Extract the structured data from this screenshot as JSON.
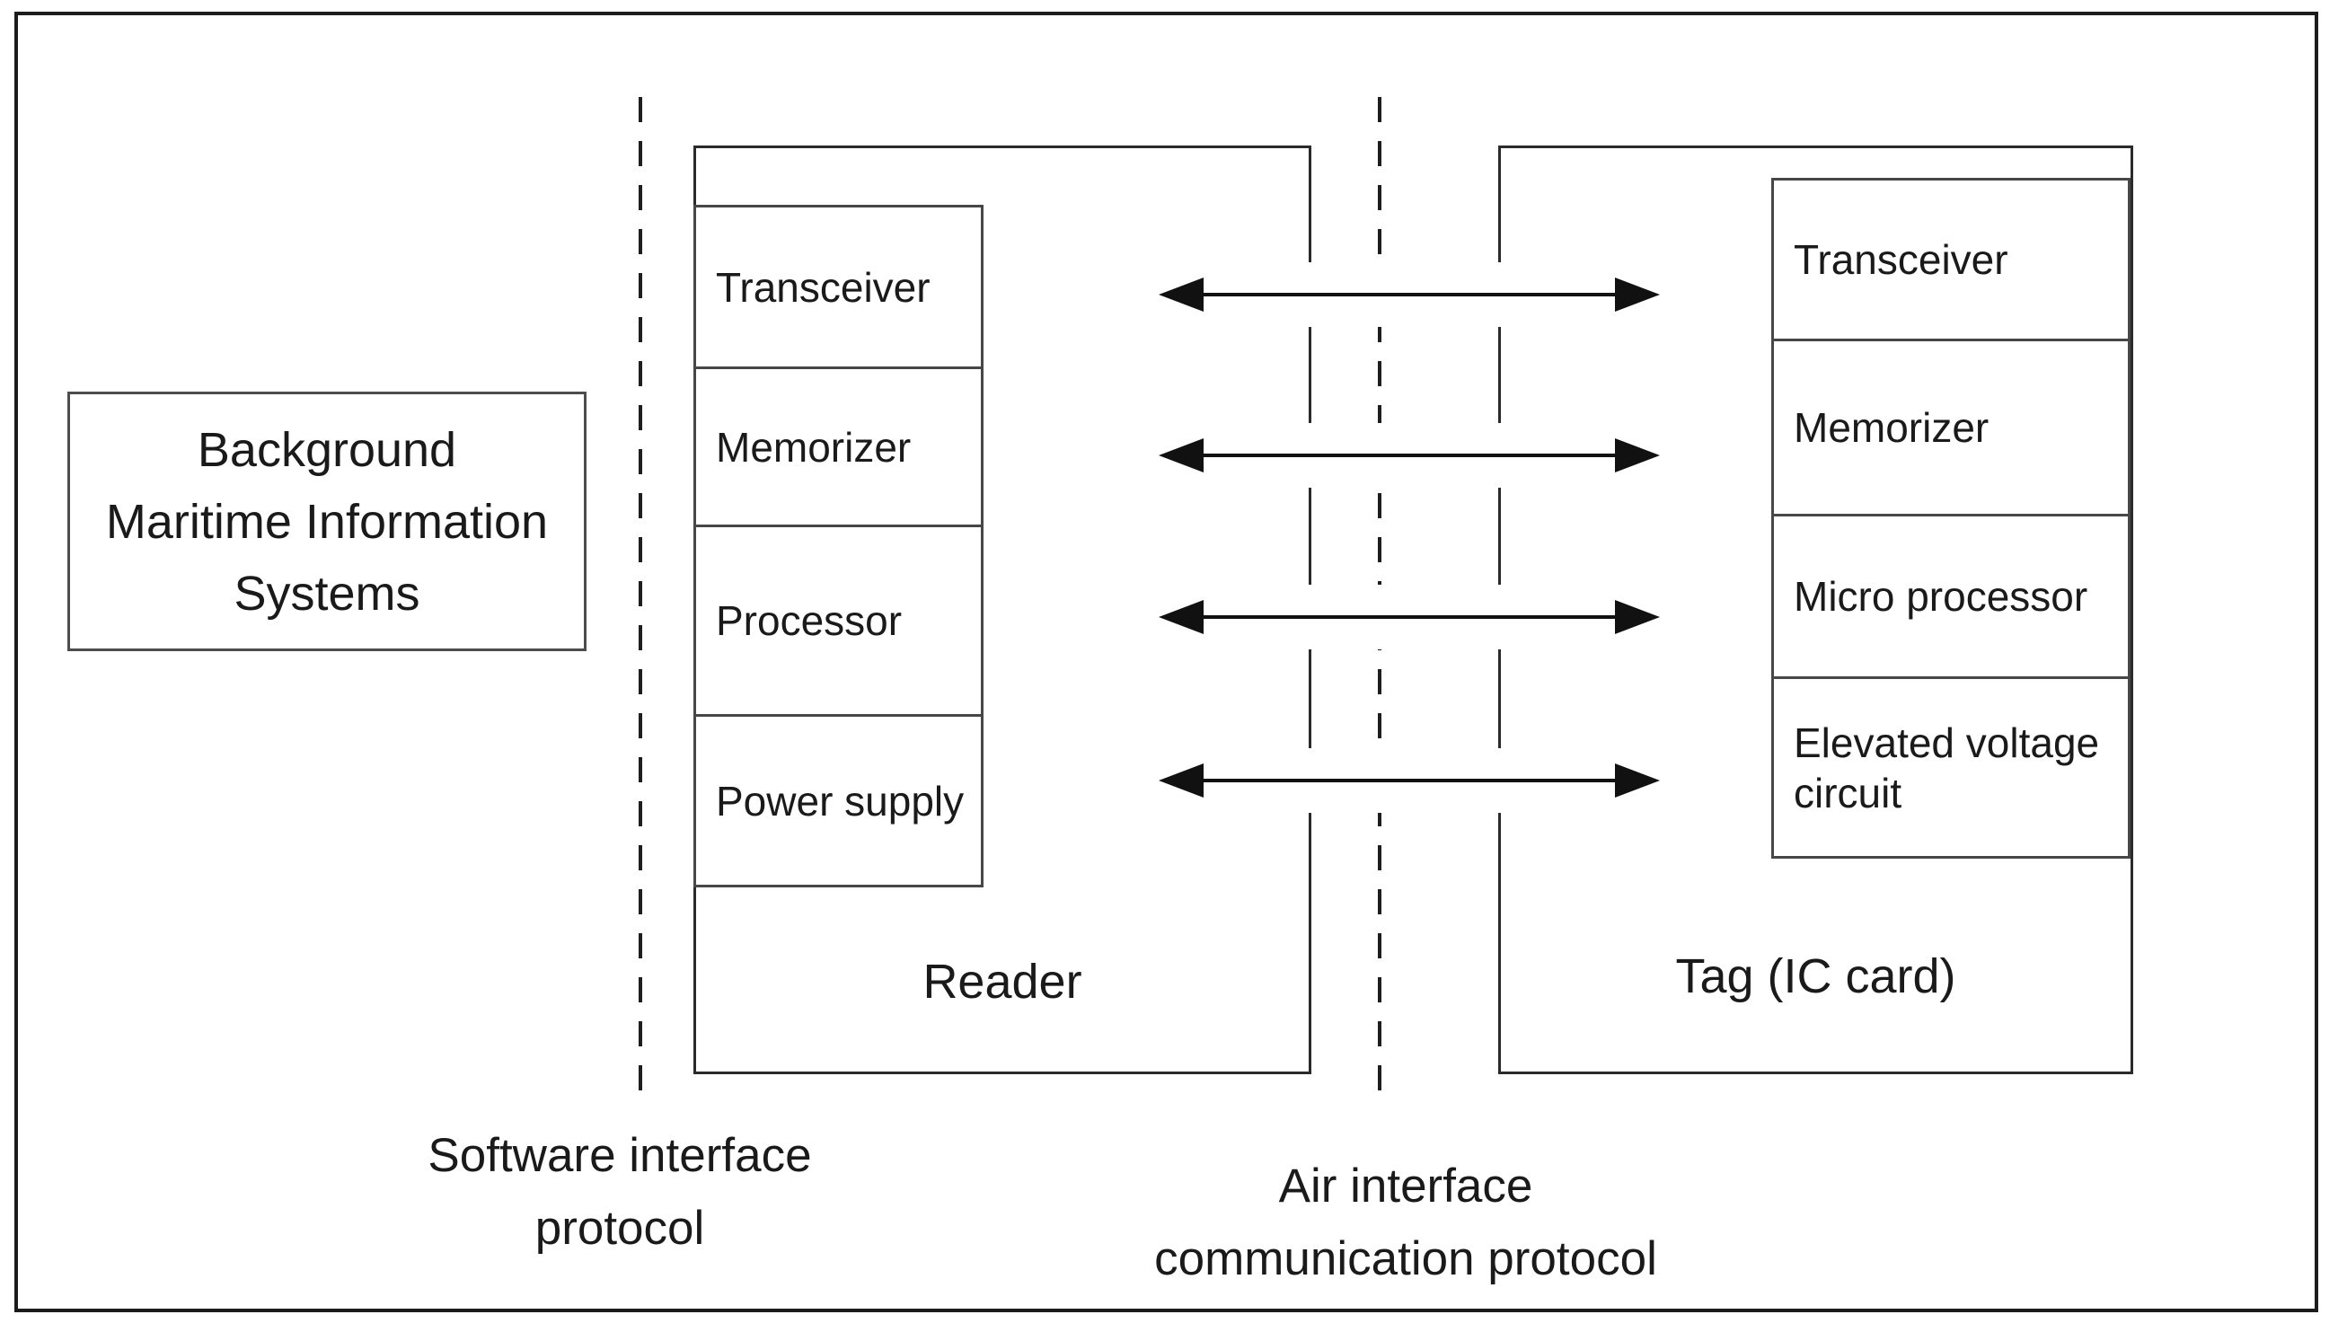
{
  "diagram": {
    "background_box": {
      "lines": [
        "Background",
        "Maritime Information",
        "Systems"
      ]
    },
    "reader": {
      "title": "Reader",
      "components": [
        "Transceiver",
        "Memorizer",
        "Processor",
        "Power supply"
      ]
    },
    "tag": {
      "title": "Tag (IC card)",
      "components": [
        "Transceiver",
        "Memorizer",
        "Micro processor",
        "Elevated voltage circuit"
      ]
    },
    "interfaces": {
      "software": {
        "lines": [
          "Software interface",
          "protocol"
        ]
      },
      "air": {
        "lines": [
          "Air interface",
          "communication protocol"
        ]
      }
    },
    "arrows": {
      "type": "double-headed",
      "count": 4
    },
    "colors": {
      "ink": "#1a1a1a",
      "page_border": "#1c1c1c",
      "device_border": "#2b2b2b",
      "cell_border": "#474747",
      "background": "#ffffff"
    }
  }
}
